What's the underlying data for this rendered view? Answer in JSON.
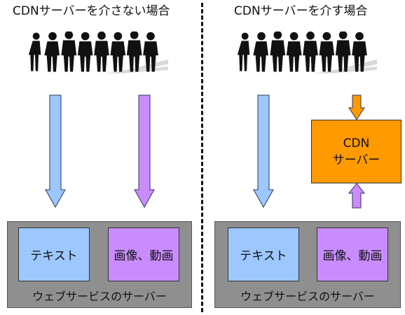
{
  "left_panel": {
    "title": "CDNサーバーを介さない場合",
    "text_box": "テキスト",
    "media_box": "画像、動画",
    "server_label": "ウェブサービスのサーバー"
  },
  "right_panel": {
    "title": "CDNサーバーを介す場合",
    "cdn_box_line1": "CDN",
    "cdn_box_line2": "サーバー",
    "text_box": "テキスト",
    "media_box": "画像、動画",
    "server_label": "ウェブサービスのサーバー"
  },
  "colors": {
    "text_color": "#9cc8ff",
    "media_color": "#c98cff",
    "cdn_color": "#ff9a00",
    "server_bg": "#8f8f8f"
  }
}
